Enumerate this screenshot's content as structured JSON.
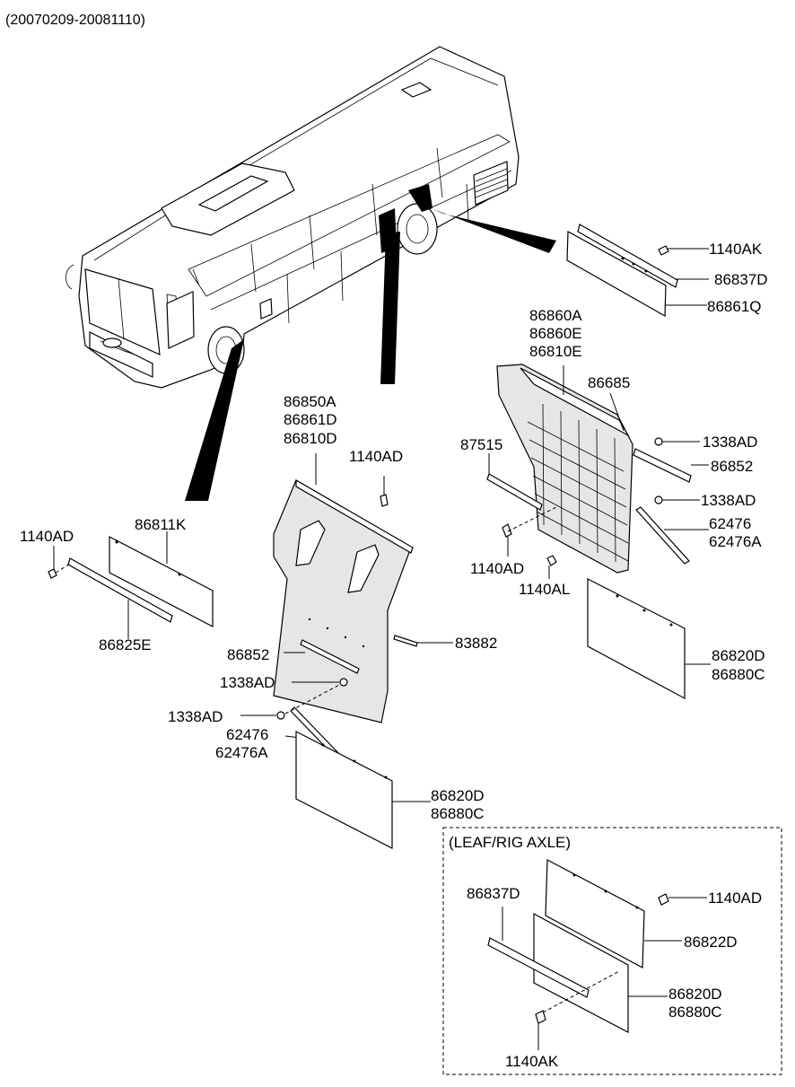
{
  "header": {
    "date_range": "(20070209-20081110)"
  },
  "inset": {
    "title": "(LEAF/RIG AXLE)"
  },
  "labels": {
    "l1140AK_top": "1140AK",
    "l86837D_top": "86837D",
    "l86861Q": "86861Q",
    "l86860A": "86860A",
    "l86860E": "86860E",
    "l86810E": "86810E",
    "l86685": "86685",
    "l87515": "87515",
    "l1338AD_r1": "1338AD",
    "l86852_r": "86852",
    "l1338AD_r2": "1338AD",
    "l62476_r": "62476",
    "l62476A_r": "62476A",
    "l1140AD_r": "1140AD",
    "l1140AL": "1140AL",
    "l86820D_r": "86820D",
    "l86880C_r": "86880C",
    "l86850A": "86850A",
    "l86861D": "86861D",
    "l86810D": "86810D",
    "l1140AD_c": "1140AD",
    "l1140AD_l": "1140AD",
    "l86811K": "86811K",
    "l86825E": "86825E",
    "l86852_c": "86852",
    "l83882": "83882",
    "l1338AD_c1": "1338AD",
    "l1338AD_c2": "1338AD",
    "l62476_c": "62476",
    "l62476A_c": "62476A",
    "l86820D_c": "86820D",
    "l86880C_c": "86880C",
    "l86837D_b": "86837D",
    "l1140AD_b": "1140AD",
    "l86822D_b": "86822D",
    "l86820D_b": "86820D",
    "l86880C_b": "86880C",
    "l1140AK_b": "1140AK"
  }
}
